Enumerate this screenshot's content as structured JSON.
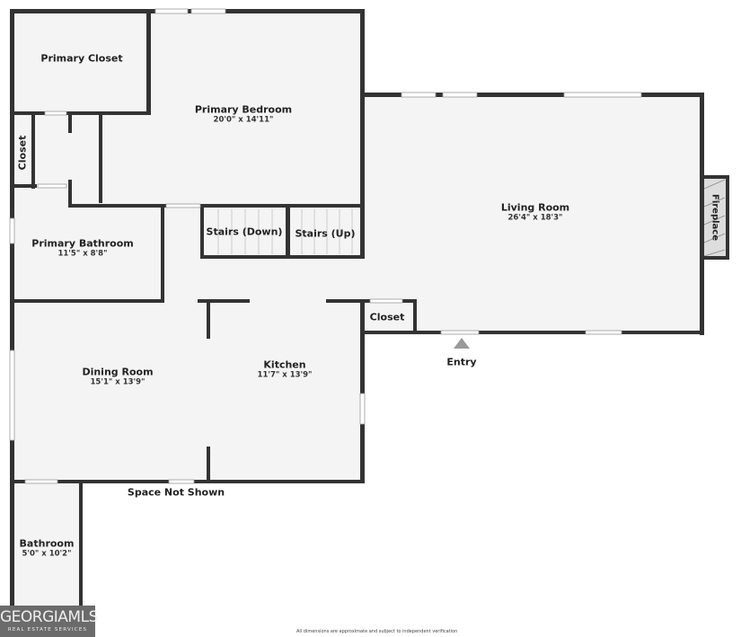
{
  "rooms": {
    "primary_closet": {
      "name": "Primary Closet"
    },
    "primary_bedroom": {
      "name": "Primary Bedroom",
      "dims": "20'0\" x 14'11\""
    },
    "closet_left": {
      "name": "Closet"
    },
    "primary_bathroom": {
      "name": "Primary Bathroom",
      "dims": "11'5\" x 8'8\""
    },
    "stairs_down": {
      "name": "Stairs (Down)"
    },
    "stairs_up": {
      "name": "Stairs (Up)"
    },
    "living_room": {
      "name": "Living Room",
      "dims": "26'4\" x 18'3\""
    },
    "fireplace": {
      "name": "Fireplace"
    },
    "closet_entry": {
      "name": "Closet"
    },
    "dining_room": {
      "name": "Dining Room",
      "dims": "15'1\" x 13'9\""
    },
    "kitchen": {
      "name": "Kitchen",
      "dims": "11'7\" x 13'9\""
    },
    "bathroom": {
      "name": "Bathroom",
      "dims": "5'0\" x 10'2\""
    }
  },
  "labels": {
    "entry": "Entry",
    "space_not_shown": "Space Not Shown"
  },
  "logo": {
    "main": "GEORGIAMLS",
    "sub": "REAL ESTATE SERVICES"
  },
  "disclaimer": "All dimensions are approximate and subject to independent verification"
}
